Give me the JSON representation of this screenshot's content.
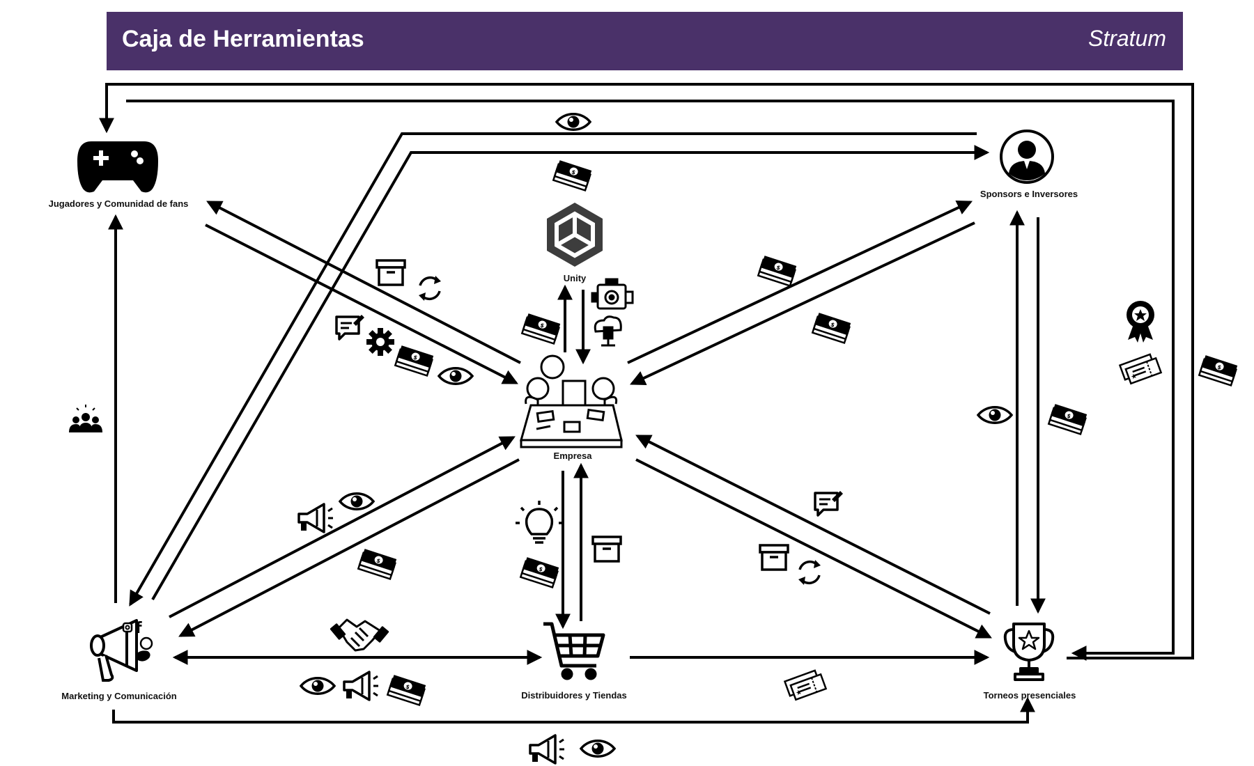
{
  "header": {
    "title": "Caja de Herramientas",
    "brand": "Stratum",
    "color": "#4a3169"
  },
  "nodes": {
    "jugadores": {
      "label": "Jugadores y Comunidad de fans",
      "icon": "gamepad-icon"
    },
    "sponsors": {
      "label": "Sponsors e Inversores",
      "icon": "user-avatar-icon"
    },
    "unity": {
      "label": "Unity",
      "icon": "unity-logo-icon"
    },
    "empresa": {
      "label": "Empresa",
      "icon": "meeting-table-icon"
    },
    "marketing": {
      "label": "Marketing y Comunicación",
      "icon": "megaphone-social-icon"
    },
    "distribuidores": {
      "label": "Distribuidores y Tiendas",
      "icon": "shopping-cart-icon"
    },
    "torneos": {
      "label": "Torneos presenciales",
      "icon": "trophy-icon"
    }
  },
  "flow_icons": [
    "eye-icon",
    "money-icon",
    "box-icon",
    "refresh-icon",
    "feedback-icon",
    "gear-icon",
    "engine-icon",
    "server-icon",
    "megaphone-icon",
    "lightbulb-icon",
    "handshake-icon",
    "ticket-icon",
    "award-icon",
    "community-icon"
  ]
}
